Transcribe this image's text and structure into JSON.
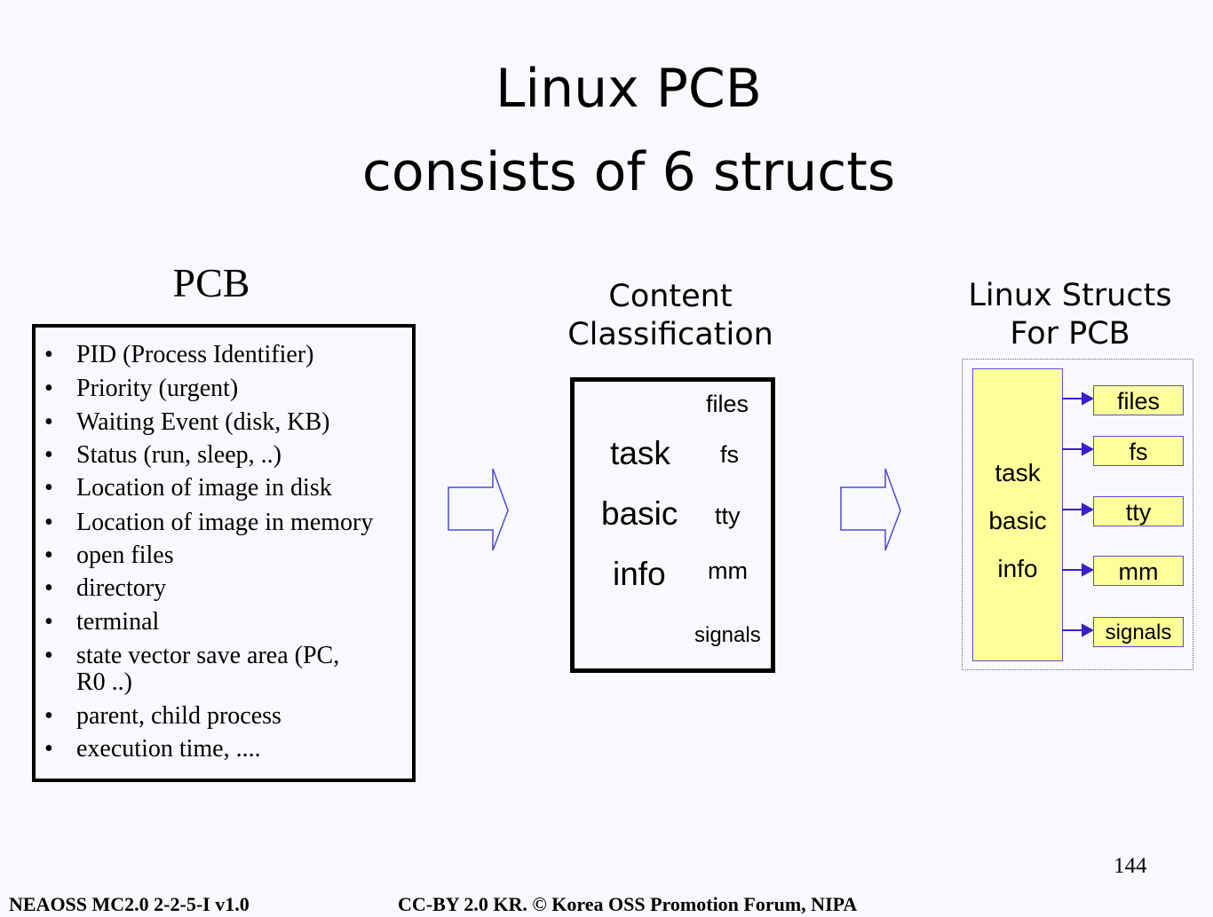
{
  "title": {
    "line1": "Linux   PCB",
    "line2": "consists of 6 structs"
  },
  "pcb": {
    "heading": "PCB",
    "items": [
      "PID (Process Identifier)",
      "Priority (urgent)",
      "Waiting Event (disk, KB)",
      "Status (run, sleep, ..)",
      "Location of image in disk",
      "Location of image in memory",
      "open files",
      "directory",
      "terminal",
      "state vector save area (PC,",
      "parent, child process",
      "execution time, ...."
    ],
    "item_continuation": "R0 ..)",
    "bullet": "•"
  },
  "content": {
    "heading_line1": "Content",
    "heading_line2": "Classification",
    "task": "task",
    "basic": "basic",
    "info": "info",
    "files": "files",
    "fs": "fs",
    "tty": "tty",
    "mm": "mm",
    "signals": "signals"
  },
  "linux": {
    "heading_line1": "Linux Structs",
    "heading_line2": "For PCB",
    "main": [
      "task",
      "basic",
      "info"
    ],
    "structs": [
      "files",
      "fs",
      "tty",
      "mm",
      "signals"
    ]
  },
  "colors": {
    "yellow": "#ffff99",
    "arrow": "#3a1fc8",
    "outline_arrow": "#4b4bd6"
  },
  "page_number": "144",
  "footer": {
    "left": "NEAOSS MC2.0 2-2-5-I v1.0",
    "center": "CC-BY 2.0 KR. © Korea OSS Promotion Forum, NIPA"
  }
}
